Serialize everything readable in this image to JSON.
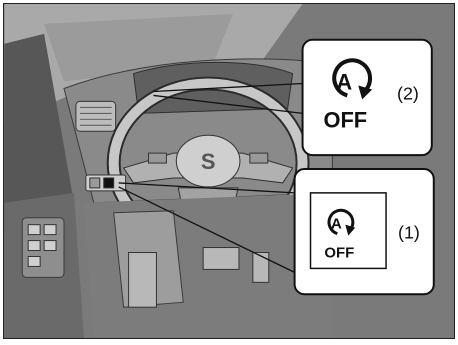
{
  "figure": {
    "callouts": [
      {
        "id": "2",
        "label": "(2)",
        "icon_text": "OFF",
        "icon_letter": "A",
        "location": "instrument cluster display"
      },
      {
        "id": "1",
        "label": "(1)",
        "icon_text": "OFF",
        "icon_letter": "A",
        "location": "switch below left vent"
      }
    ],
    "colors": {
      "callout_bg": "#ffffff",
      "callout_border": "#111111",
      "car_interior_dark": "#5a5a5a",
      "car_interior_light": "#bdbdbd"
    }
  }
}
